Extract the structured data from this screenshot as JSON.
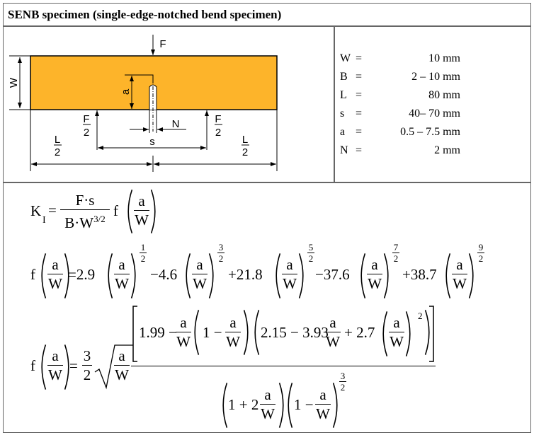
{
  "header": {
    "title": "SENB specimen (single-edge-notched bend specimen)"
  },
  "specs": [
    {
      "symbol": "W",
      "eq": "=",
      "value": "10 mm"
    },
    {
      "symbol": "B",
      "eq": "=",
      "value": "2 – 10 mm"
    },
    {
      "symbol": "L",
      "eq": "=",
      "value": "80 mm"
    },
    {
      "symbol": "s",
      "eq": "=",
      "value": "40– 70 mm"
    },
    {
      "symbol": "a",
      "eq": "=",
      "value": "0.5 – 7.5 mm"
    },
    {
      "symbol": "N",
      "eq": "=",
      "value": "2 mm"
    }
  ],
  "diagram": {
    "F": "F",
    "W": "W",
    "a": "a",
    "N": "N",
    "s": "s",
    "half_num_F": "F",
    "half_num_L": "L",
    "two": "2",
    "fill": "#fdb42a"
  },
  "frac": {
    "a": "a",
    "W": "W",
    "one": "1",
    "two": "2",
    "three": "3",
    "five": "5",
    "seven": "7",
    "nine": "9"
  },
  "eq1": {
    "lhs": "K",
    "sub": "I",
    "eq": "=",
    "num": "F·s",
    "den": "B·W",
    "den_exp": "3/2",
    "f": "f"
  },
  "eq2": {
    "f": "f",
    "terms": [
      "=2.9",
      "−4.6",
      "+21.8",
      "−37.6",
      "+38.7"
    ]
  },
  "eq3": {
    "f": "f",
    "eq": "=",
    "c1": "1.99 −",
    "one_minus": "1 −",
    "c2": "2.15 − 3.93",
    "c3": "+ 2.7",
    "sq": "2",
    "den1": "1 + 2"
  }
}
